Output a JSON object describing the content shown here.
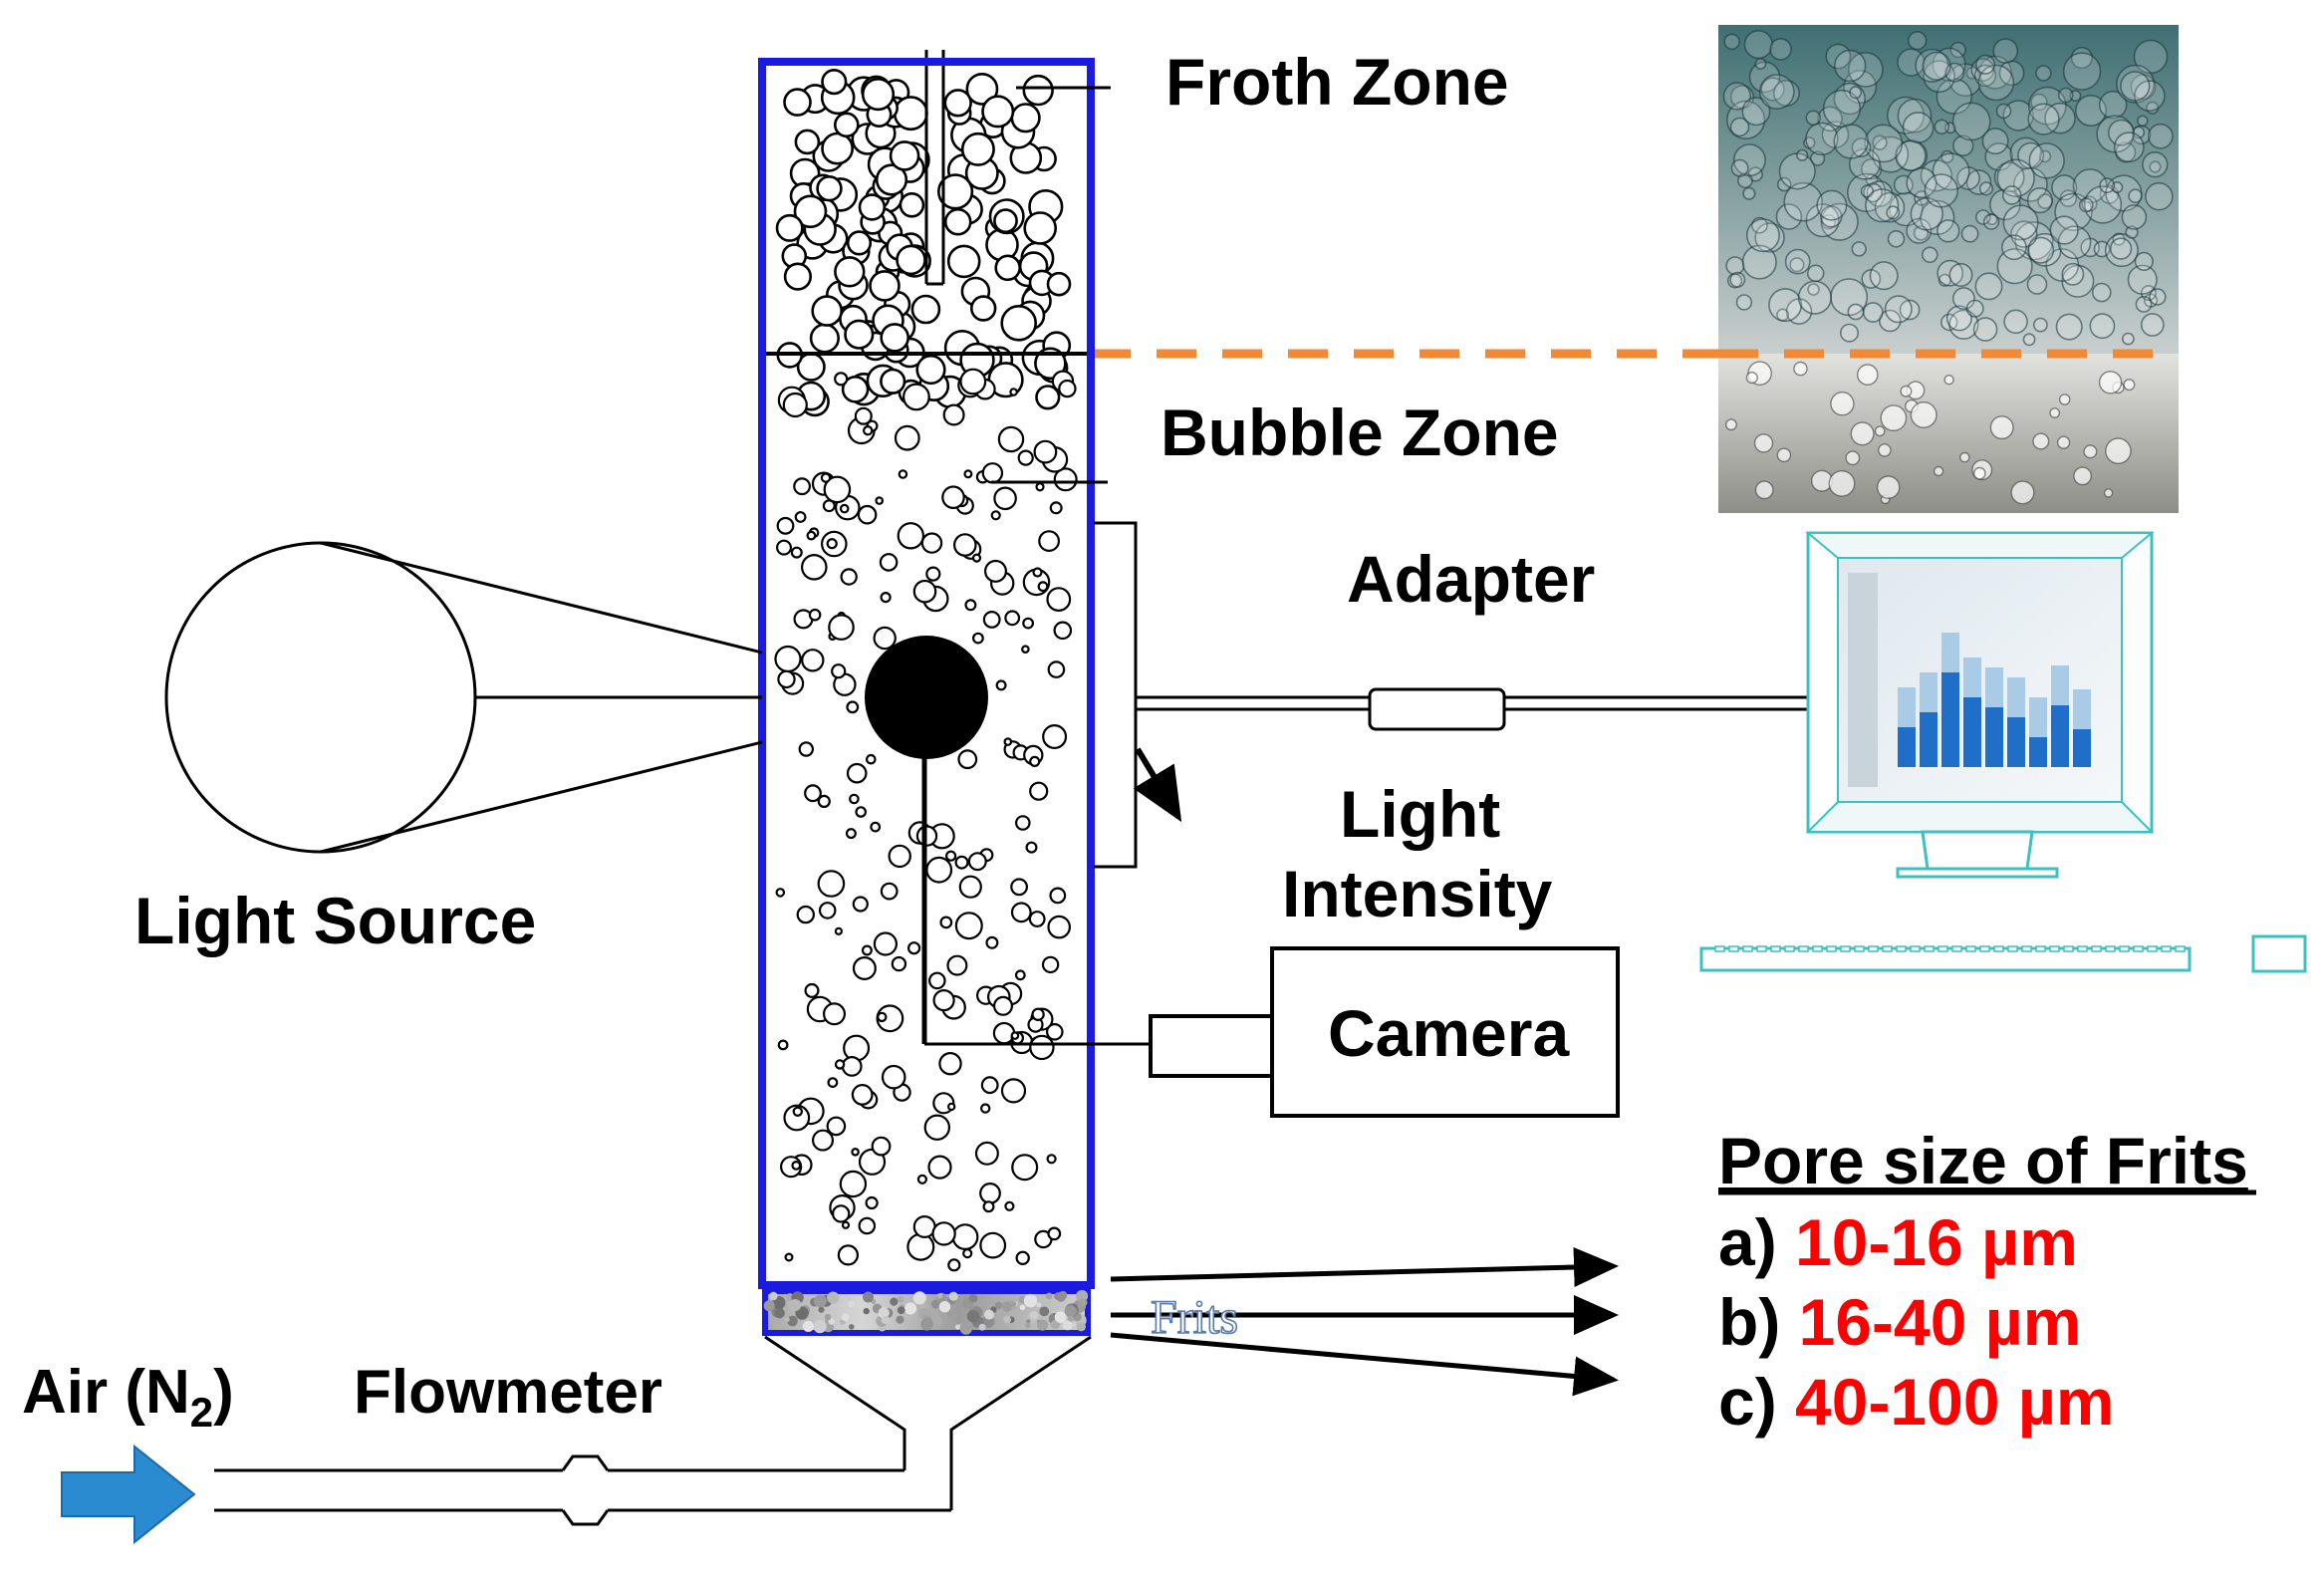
{
  "labels": {
    "froth_zone": "Froth Zone",
    "bubble_zone": "Bubble Zone",
    "adapter": "Adapter",
    "light_intensity_line1": "Light",
    "light_intensity_line2": "Intensity",
    "camera": "Camera",
    "light_source": "Light Source",
    "air": "Air (N",
    "air_sub": "2",
    "air_close": ")",
    "flowmeter": "Flowmeter",
    "frits": "Frits"
  },
  "pore_size": {
    "title": "Pore size of Frits",
    "items": [
      {
        "prefix": "a)",
        "value": "10-16 µm"
      },
      {
        "prefix": "b)",
        "value": "16-40 µm"
      },
      {
        "prefix": "c)",
        "value": "40-100 µm"
      }
    ]
  },
  "colors": {
    "column_border": "#1a1ae0",
    "froth_boundary_dash": "#f28a35",
    "pore_values": "#ff0000",
    "air_arrow": "#2a8bd1",
    "monitor": "#3cc0c0",
    "chart_bars": "#1f6fc9"
  },
  "icons": {
    "air_inlet": "right-arrow-icon",
    "computer": "computer-monitor-icon",
    "camera": "camera-icon",
    "light_source": "lamp-icon"
  }
}
